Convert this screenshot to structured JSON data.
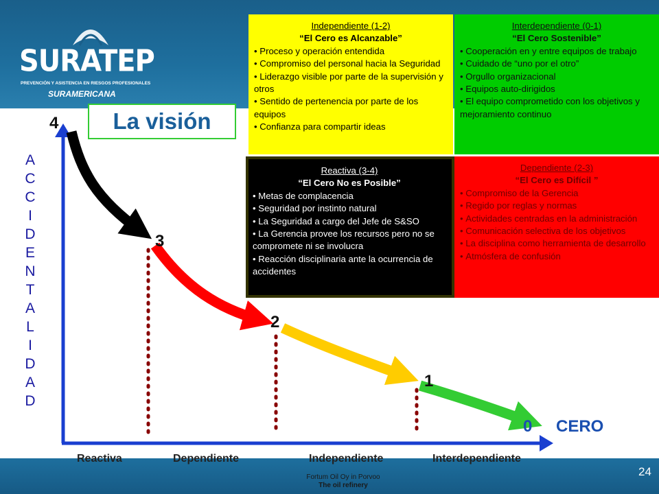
{
  "logo": {
    "brand": "SURATEP",
    "tagline": "PREVENCIÓN Y ASISTENCIA EN RIESGOS PROFESIONALES",
    "sub": "SURAMERICANA"
  },
  "boxes": {
    "independiente": {
      "title": "Independiente (1-2)",
      "subtitle": "“El Cero es Alcanzable”",
      "items": [
        "Proceso y operación entendida",
        "Compromiso del personal hacia la Seguridad",
        "Liderazgo visible por parte de la supervisión y otros",
        "Sentido de pertenencia por parte de los equipos",
        "Confianza para compartir ideas"
      ]
    },
    "interdependiente": {
      "title": "Interdependiente (0-1)",
      "subtitle": "“El Cero Sostenible”",
      "items": [
        "Cooperación en y entre equipos de trabajo",
        "Cuidado de “uno por el otro”",
        "Orgullo organizacional",
        "Equipos auto-dirigidos",
        "El equipo comprometido con los objetivos y mejoramiento continuo"
      ]
    },
    "reactiva": {
      "title": "Reactiva (3-4)",
      "subtitle": "“El Cero No es Posible”",
      "items": [
        "Metas de complacencia",
        "Seguridad por instinto natural",
        "La Seguridad a cargo del Jefe de S&SO",
        "La Gerencia provee los recursos pero no se compromete ni se involucra",
        "Reacción disciplinaria ante la ocurrencia de accidentes"
      ]
    },
    "dependiente": {
      "title": "Dependiente (2-3)",
      "subtitle": "“El Cero es Difícil ”",
      "items": [
        "Compromiso de la Gerencia",
        "Regido por reglas y normas",
        "Actividades centradas en la administración",
        "Comunicación selectiva de los objetivos",
        "La disciplina como herramienta de desarrollo",
        "Atmósfera de confusión"
      ]
    }
  },
  "vision_title": "La visión",
  "y_label_letters": [
    "A",
    "C",
    "C",
    "I",
    "D",
    "E",
    "N",
    "T",
    "A",
    "L",
    "I",
    "D",
    "A",
    "D"
  ],
  "points": {
    "p4": "4",
    "p3": "3",
    "p2": "2",
    "p1": "1",
    "p0": "0"
  },
  "cero_label": "CERO",
  "stages": [
    "Reactiva",
    "Dependiente",
    "Independiente",
    "Interdependiente"
  ],
  "page_number": "24",
  "credit": {
    "line1": "Fortum Oil Oy in Porvoo",
    "line2": "The oil refinery"
  },
  "colors": {
    "yellow": "#ffff00",
    "green": "#00cc00",
    "black": "#000000",
    "red": "#ff0000",
    "curve_black": "#000000",
    "curve_red": "#ff0000",
    "curve_yellow": "#ffcc00",
    "curve_green": "#33cc33",
    "axis": "#1a3fd0",
    "dots": "#880000"
  },
  "icons": [
    "suratep-logo",
    "axis-arrow-up",
    "axis-arrow-right",
    "curve-arrow"
  ]
}
